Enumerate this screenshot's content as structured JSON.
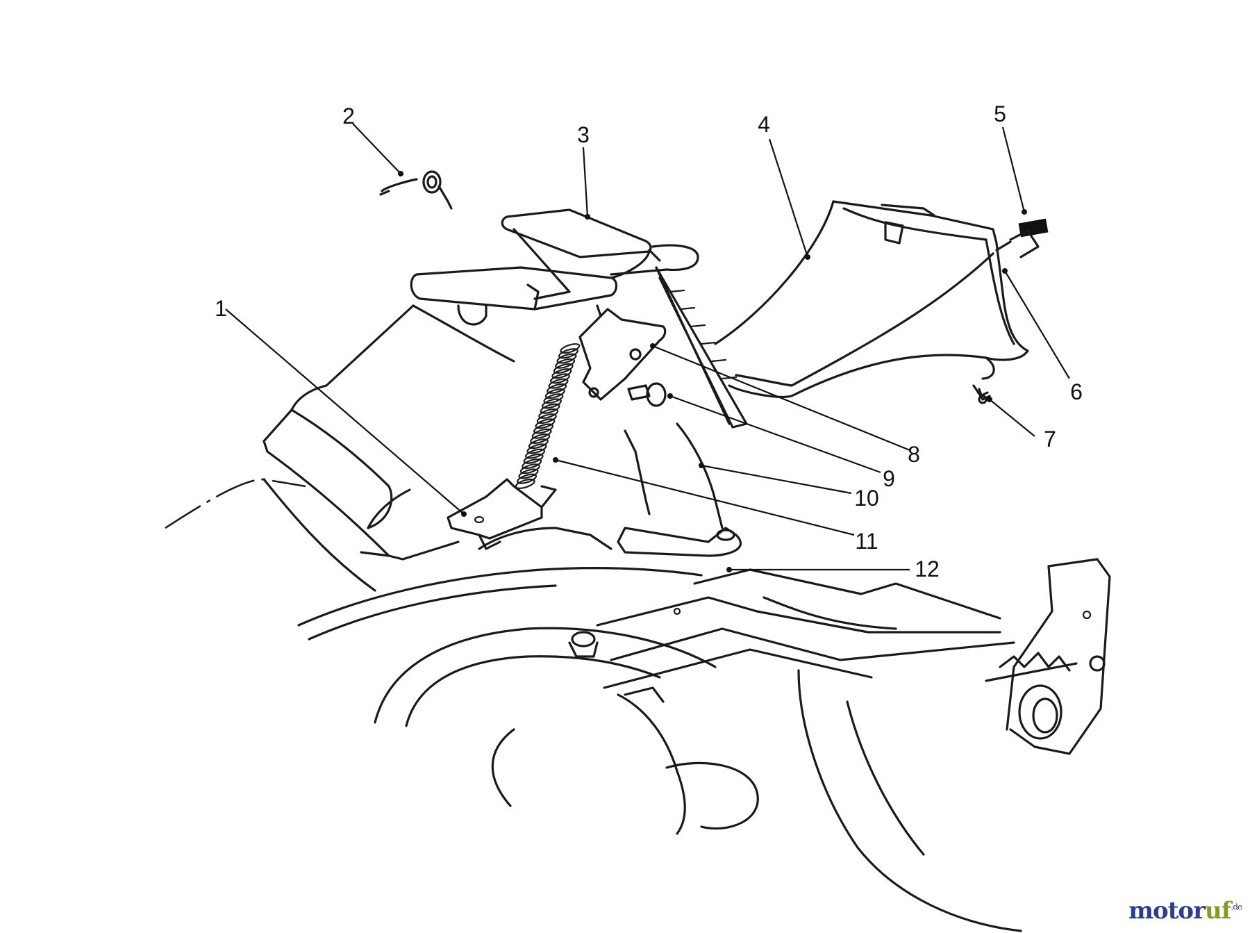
{
  "callouts": [
    {
      "id": "callout-1",
      "label": "1"
    },
    {
      "id": "callout-2",
      "label": "2"
    },
    {
      "id": "callout-3",
      "label": "3"
    },
    {
      "id": "callout-4",
      "label": "4"
    },
    {
      "id": "callout-5",
      "label": "5"
    },
    {
      "id": "callout-6",
      "label": "6"
    },
    {
      "id": "callout-7",
      "label": "7"
    },
    {
      "id": "callout-8",
      "label": "8"
    },
    {
      "id": "callout-9",
      "label": "9"
    },
    {
      "id": "callout-10",
      "label": "10"
    },
    {
      "id": "callout-11",
      "label": "11"
    },
    {
      "id": "callout-12",
      "label": "12"
    }
  ],
  "watermark": {
    "part1": "motor",
    "part2": "uf",
    "suffix": ".de"
  },
  "colors": {
    "line": "#1a1a1a",
    "watermark_blue": "#2b3f8f",
    "watermark_green": "#8a9a20"
  }
}
